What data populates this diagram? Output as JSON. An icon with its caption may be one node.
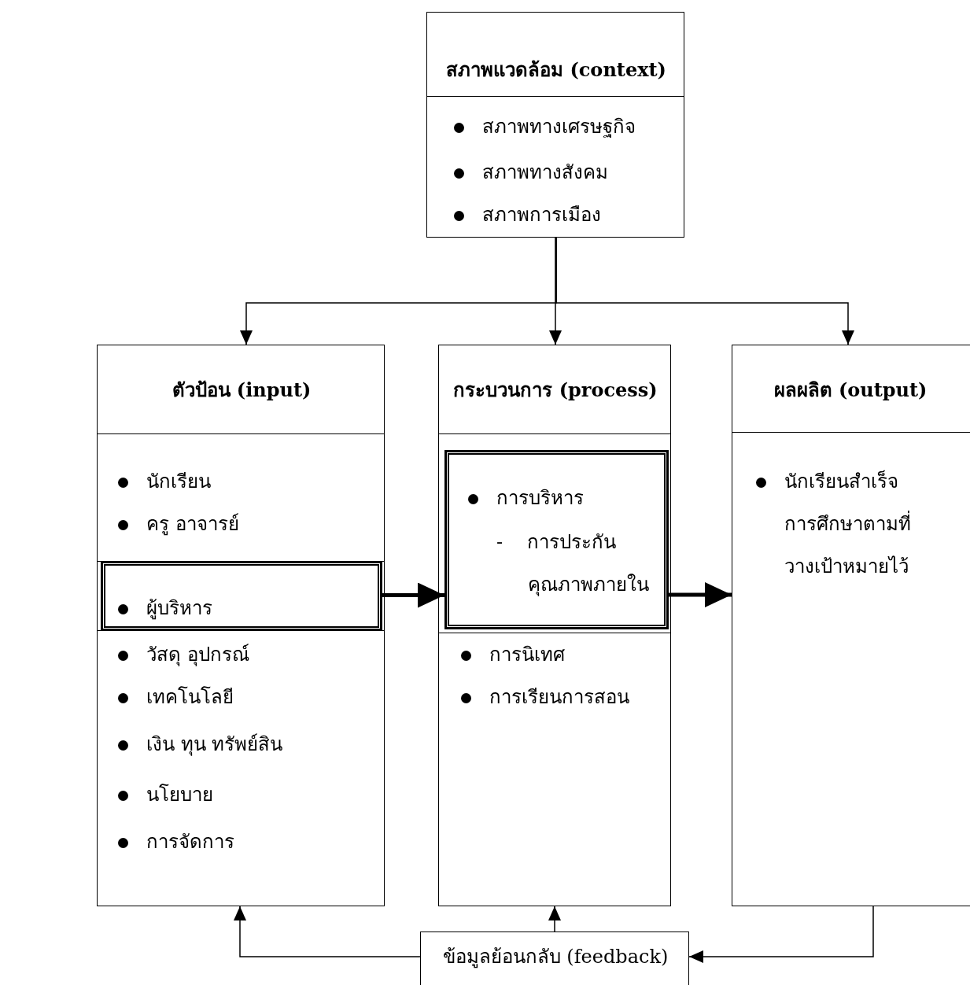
{
  "diagram": {
    "nodes": [
      {
        "text": [
          "สภาพแวดล้อม (context)",
          "สภาพทางเศรษฐกิจ",
          "สภาพทางสังคม",
          "สภาพการเมือง"
        ]
      },
      {
        "text": [
          "ตัวป้อน (input)",
          "นักเรียน",
          "ครู อาจารย์",
          "วัสดุ อุปกรณ์",
          "เทคโนโลยี",
          "เงิน ทุน ทรัพย์สิน",
          "นโยบาย",
          "การจัดการ"
        ]
      },
      {
        "text": [
          "ผู้บริหาร"
        ],
        "in": 1
      },
      {
        "text": [
          "กระบวนการ (process)",
          "การนิเทศ",
          "การเรียนการสอน"
        ]
      },
      {
        "text": [
          "การบริหาร",
          "- การประกันคุณภาพภายใน"
        ],
        "in": 3
      },
      {
        "text": [
          "ผลผลิต (output)",
          "นักเรียนสำเร็จการศึกษาตามที่วางเป้าหมายไว้"
        ]
      },
      {
        "text": [
          "ข้อมูลย้อนกลับ (feedback)"
        ]
      }
    ],
    "edges": [
      {
        "from": 0,
        "to": 1,
        "arrow": "to"
      },
      {
        "from": 0,
        "to": 3,
        "arrow": "to"
      },
      {
        "from": 0,
        "to": 5,
        "arrow": "to"
      },
      {
        "from": 2,
        "to": 4,
        "arrow": "to",
        "style": "thick"
      },
      {
        "from": 4,
        "to": 5,
        "arrow": "to",
        "style": "thick"
      },
      {
        "from": 5,
        "to": 6,
        "arrow": "to"
      },
      {
        "from": 6,
        "to": 1,
        "arrow": "to"
      },
      {
        "from": 6,
        "to": 3,
        "arrow": "to"
      }
    ]
  }
}
